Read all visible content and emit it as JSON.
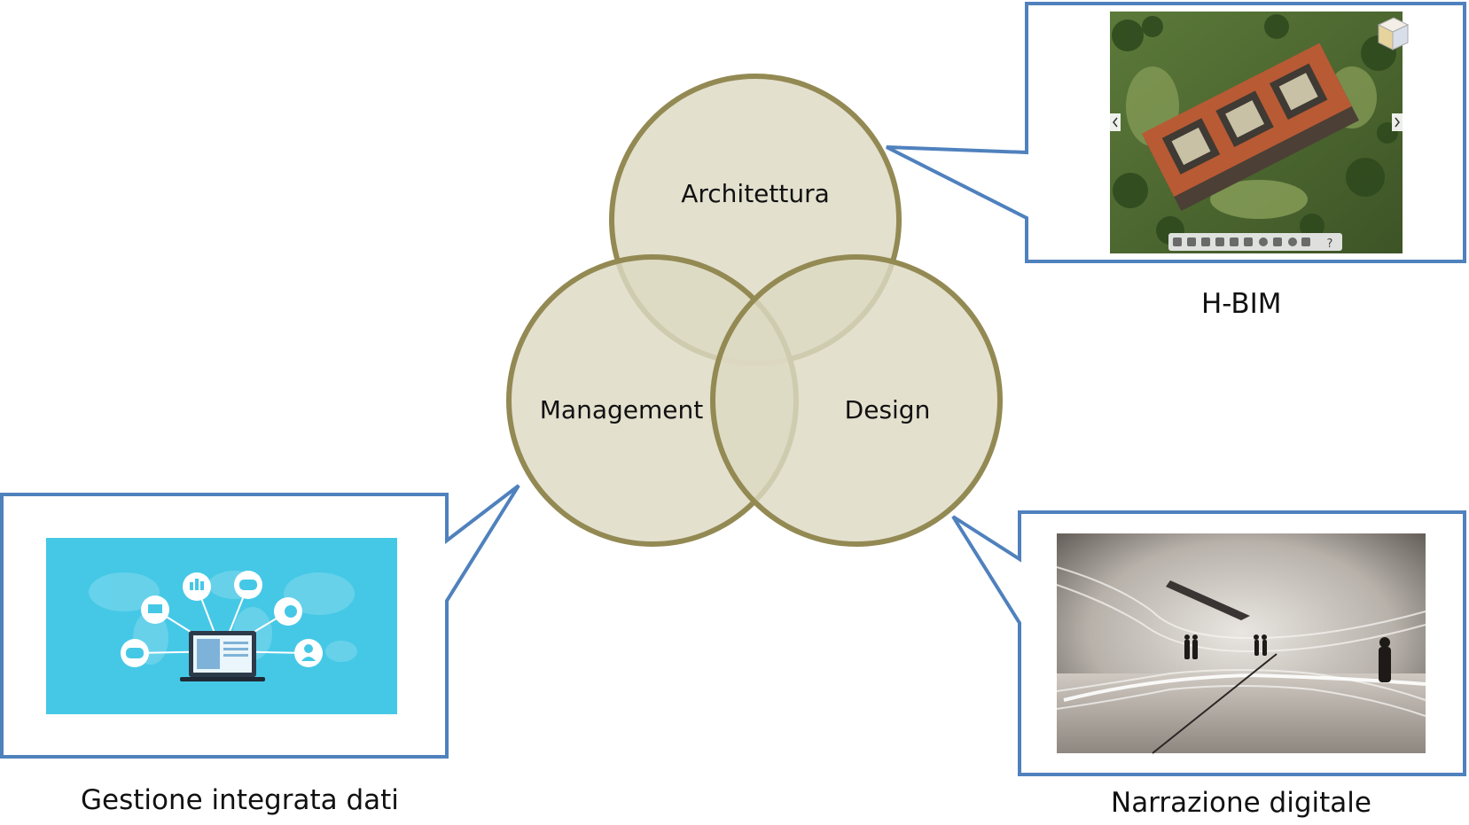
{
  "venn": {
    "circles": [
      {
        "key": "top",
        "label": "Architettura"
      },
      {
        "key": "left",
        "label": "Management"
      },
      {
        "key": "right",
        "label": "Design"
      }
    ],
    "fill_color": "#ddd9c3",
    "stroke_color": "#938953"
  },
  "callouts": {
    "border_color": "#4f81bd",
    "hbim": {
      "caption": "H-BIM"
    },
    "data_management": {
      "caption": "Gestione integrata dati"
    },
    "digital_narrative": {
      "caption": "Narrazione digitale"
    }
  },
  "images": {
    "hbim_model": {
      "icon": "hbim-3d-model-image",
      "toolbar_question": "?"
    },
    "data_network": {
      "icon": "data-network-illustration",
      "background": "#45c8e6"
    },
    "museum_render": {
      "icon": "museum-interior-render"
    }
  }
}
